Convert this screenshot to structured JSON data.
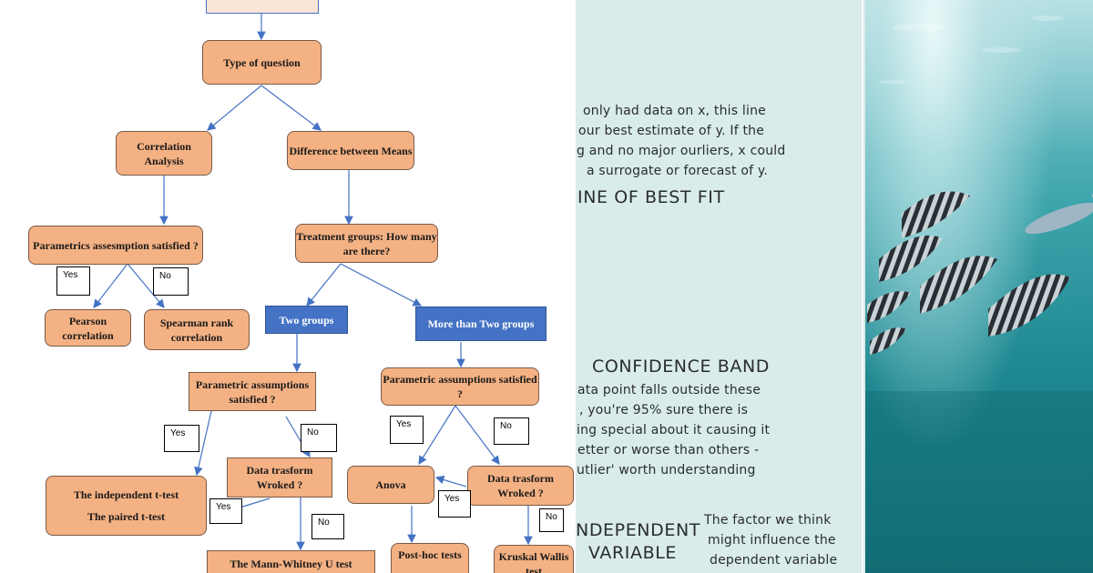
{
  "flowchart": {
    "nodes": {
      "type_of_question": "Type of question",
      "correlation": "Correlation Analysis",
      "difference_means": "Difference between Means",
      "parametric_assumption_corr": "Parametrics assesmption satisfied ?",
      "treatment_groups": "Treatment groups: How many are there?",
      "two_groups": "Two groups",
      "more_than_two": "More than Two groups",
      "pearson": "Pearson correlation",
      "spearman": "Spearman rank correlation",
      "parametric_assumptions_two": "Parametric assumptions satisfied ?",
      "parametric_assumptions_more": "Parametric assumptions satisfied ?",
      "t_test_independent": "The independent t-test",
      "t_test_paired": "The paired t-test",
      "data_transform_two": "Data trasform Wroked ?",
      "mann_whitney": "The Mann-Whitney U test",
      "anova": "Anova",
      "data_transform_more": "Data trasform Wroked ?",
      "post_hoc": "Post-hoc tests",
      "kruskal": "Kruskal Wallis test"
    },
    "labels": {
      "yes_corr": "Yes",
      "no_corr": "No",
      "yes_two": "Yes",
      "no_two": "No",
      "yes_more": "Yes",
      "no_more": "No",
      "yes_transform_two": "Yes",
      "no_transform_two": "No",
      "yes_transform_more": "Yes",
      "no_transform_more": "No"
    }
  },
  "whiteboard": {
    "line1": "only had data on x, this line",
    "line2": "our best estimate of y.  If the",
    "line3": "g and no major ourliers, x could",
    "line4": "a surrogate or forecast of y.",
    "heading1": "INE OF BEST FIT",
    "heading2": "CONFIDENCE BAND",
    "line5": "ata point falls outside these",
    "line6": ", you're 95% sure there is",
    "line7": "ing special about it causing it",
    "line8": "etter or worse than others -",
    "line9": "utlier' worth understanding",
    "heading3a": "NDEPENDENT",
    "heading3b": "VARIABLE",
    "note1": "The factor we think",
    "note2": "might influence the",
    "note3": "dependent variable"
  },
  "photo": {
    "subject": "school of striped fish underwater"
  },
  "colors": {
    "node_orange": "#f4b183",
    "node_blue": "#4472c4",
    "arrow": "#4472c4",
    "whiteboard_bg": "#d9ebea",
    "ocean": "#1e8790"
  }
}
